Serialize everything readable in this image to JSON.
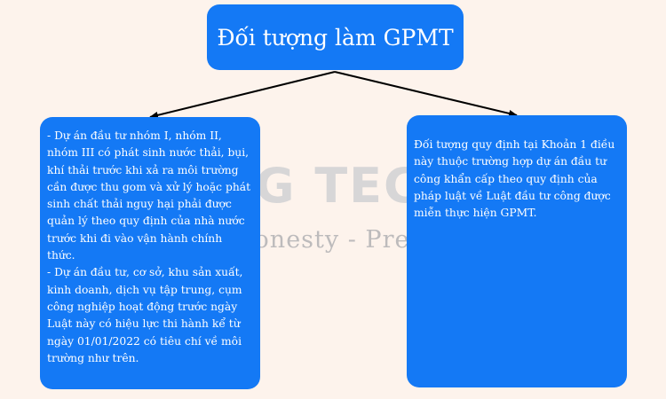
{
  "watermark": {
    "brand": "NG TECH",
    "tagline": "Honesty - Prestige - Quality"
  },
  "root": {
    "title": "Đối tượng làm GPMT"
  },
  "left_box": {
    "paragraphs": [
      "- Dự án đầu tư nhóm I, nhóm II, nhóm III có phát sinh nước thải, bụi, khí thải trước khi xả ra môi trường cần được thu gom và xử lý hoặc phát sinh chất thải nguy hại phải được quản lý theo quy định của nhà nước trước khi đi vào vận hành chính thức.",
      "- Dự án đầu tư, cơ sở, khu sản xuất, kinh doanh, dịch vụ tập trung, cụm công nghiệp hoạt động trước ngày Luật này có hiệu lực thi hành kể từ ngày 01/01/2022 có tiêu chí về môi trường như trên."
    ]
  },
  "right_box": {
    "text": "Đối tượng quy định tại Khoản 1 điều này thuộc trường hợp dự án đầu tư công khẩn cấp theo quy định của pháp luật về Luật đầu tư công được miễn thực hiện GPMT."
  },
  "colors": {
    "background": "#fdf3ec",
    "box_fill": "#1479f5",
    "box_text": "#ffffff",
    "connector": "#000000"
  }
}
